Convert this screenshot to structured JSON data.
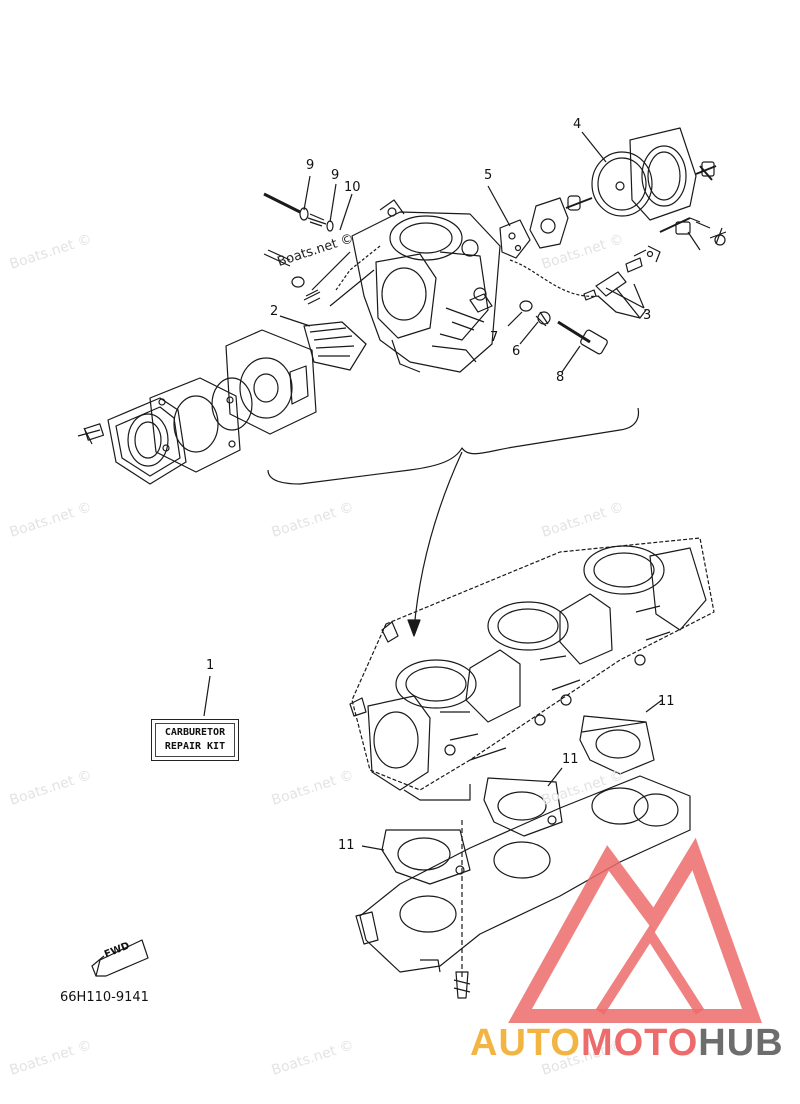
{
  "watermark": "Boats.net ©",
  "inline_watermark": "Boats.net ©",
  "callouts": {
    "c1": "1",
    "c2": "2",
    "c3": "3",
    "c4": "4",
    "c5": "5",
    "c6": "6",
    "c7": "7",
    "c8": "8",
    "c9a": "9",
    "c9b": "9",
    "c10": "10",
    "c11a": "11",
    "c11b": "11",
    "c11c": "11"
  },
  "kit_label": {
    "line1": "CARBURETOR",
    "line2": "REPAIR KIT"
  },
  "fwd_label": "FWD",
  "part_number": "66H110-9141",
  "brand": {
    "part1": "AUTO",
    "part2": "MOTO",
    "part3": "HUB"
  },
  "colors": {
    "brand_yellow": "#f2b544",
    "brand_red": "#ed6b6b",
    "brand_gray": "#6d6d6d",
    "line": "#1a1a1a"
  }
}
